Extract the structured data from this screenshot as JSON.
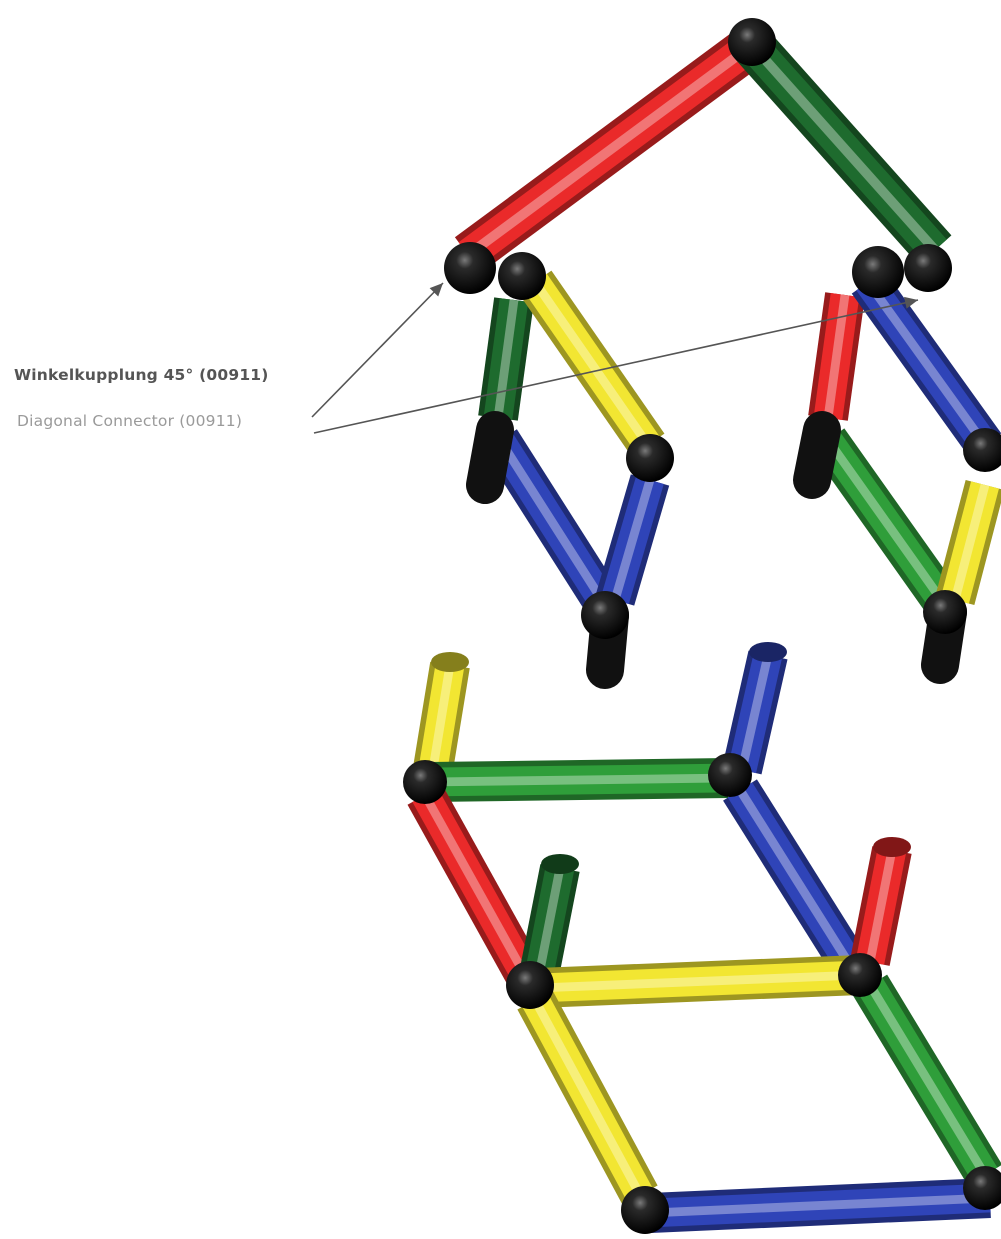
{
  "callouts": {
    "german": "Winkelkupplung 45° (00911)",
    "english": "Diagonal Connector (00911)"
  },
  "colors": {
    "red": "#ea2a2a",
    "green_dark": "#1e6b2e",
    "green": "#2f9e3a",
    "yellow": "#f2e632",
    "blue": "#2f44b8",
    "black": "#111111",
    "label_dark": "#555555",
    "label_light": "#9a9a9a",
    "arrow": "#555555"
  },
  "illustration": {
    "subject": "tube-construction-kit-assembly",
    "tube_colors": [
      "red",
      "green",
      "yellow",
      "blue"
    ],
    "connector_color": "black"
  }
}
